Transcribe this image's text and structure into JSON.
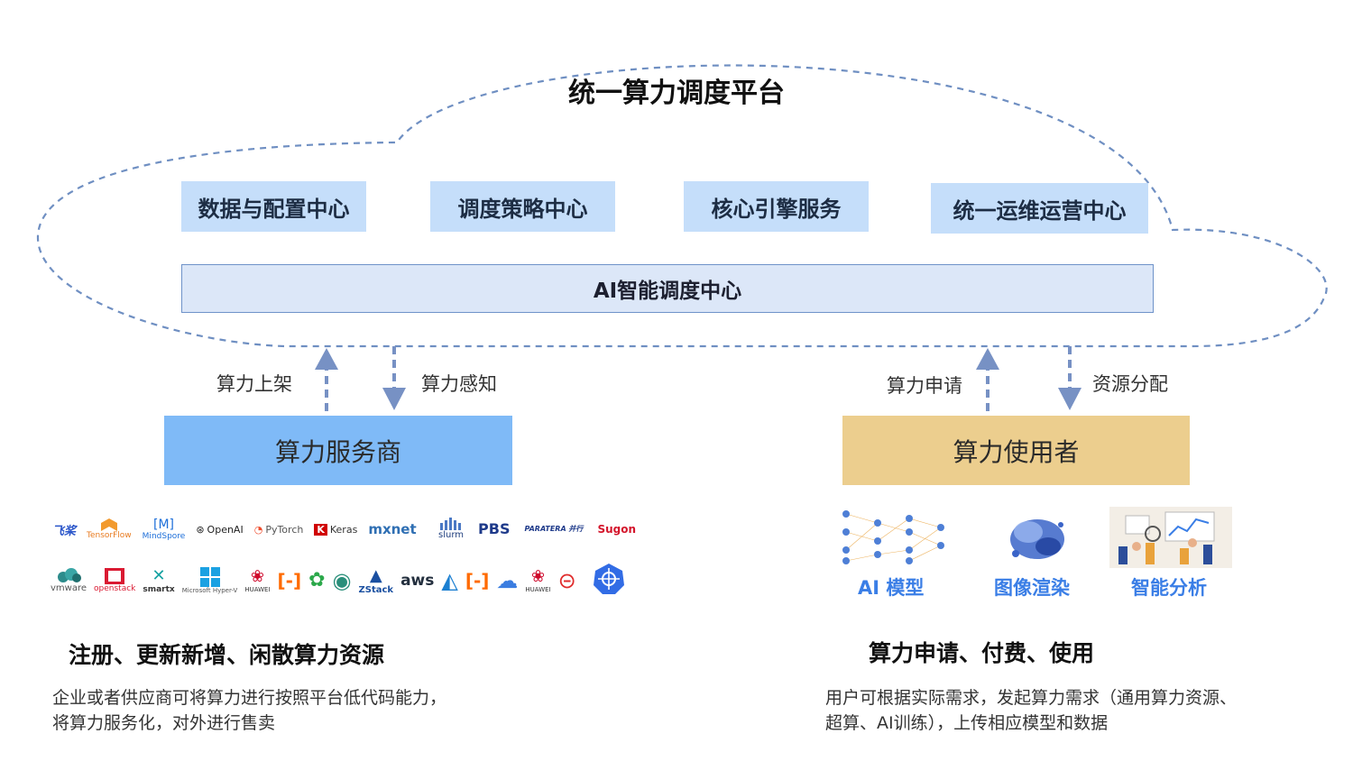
{
  "platform_title": "统一算力调度平台",
  "modules": [
    "数据与配置中心",
    "调度策略中心",
    "核心引擎服务",
    "统一运维运营中心"
  ],
  "ai_center": "AI智能调度中心",
  "arrows": {
    "provider_up": "算力上架",
    "provider_down": "算力感知",
    "user_up": "算力申请",
    "user_down": "资源分配"
  },
  "provider": {
    "title": "算力服务商",
    "logos_row1": [
      "飞桨",
      "TensorFlow",
      "MindSpore",
      "OpenAI",
      "PyTorch",
      "Keras",
      "mxnet"
    ],
    "logos_row1b": [
      "slurm",
      "PBS",
      "PARATERA 并行",
      "Sugon"
    ],
    "logos_row2": [
      "vmware",
      "openstack",
      "smartx",
      "Microsoft Hyper-V",
      "HUAWEI",
      "ZStack",
      "aws",
      "HUAWEI"
    ],
    "section_title": "注册、更新新增、闲散算力资源",
    "description": "企业或者供应商可将算力进行按照平台低代码能力，\n将算力服务化，对外进行售卖"
  },
  "consumer": {
    "title": "算力使用者",
    "apps": [
      "AI 模型",
      "图像渲染",
      "智能分析"
    ],
    "section_title": "算力申请、付费、使用",
    "description": "用户可根据实际需求，发起算力需求（通用算力资源、\n超算、AI训练），上传相应模型和数据"
  },
  "colors": {
    "module_bg": "#c5defa",
    "ai_bar_bg": "#dce7f8",
    "provider_bg": "#7fbaf7",
    "consumer_bg": "#ecce8e",
    "arrow": "#7791c4",
    "app_label": "#3a7ee6"
  }
}
